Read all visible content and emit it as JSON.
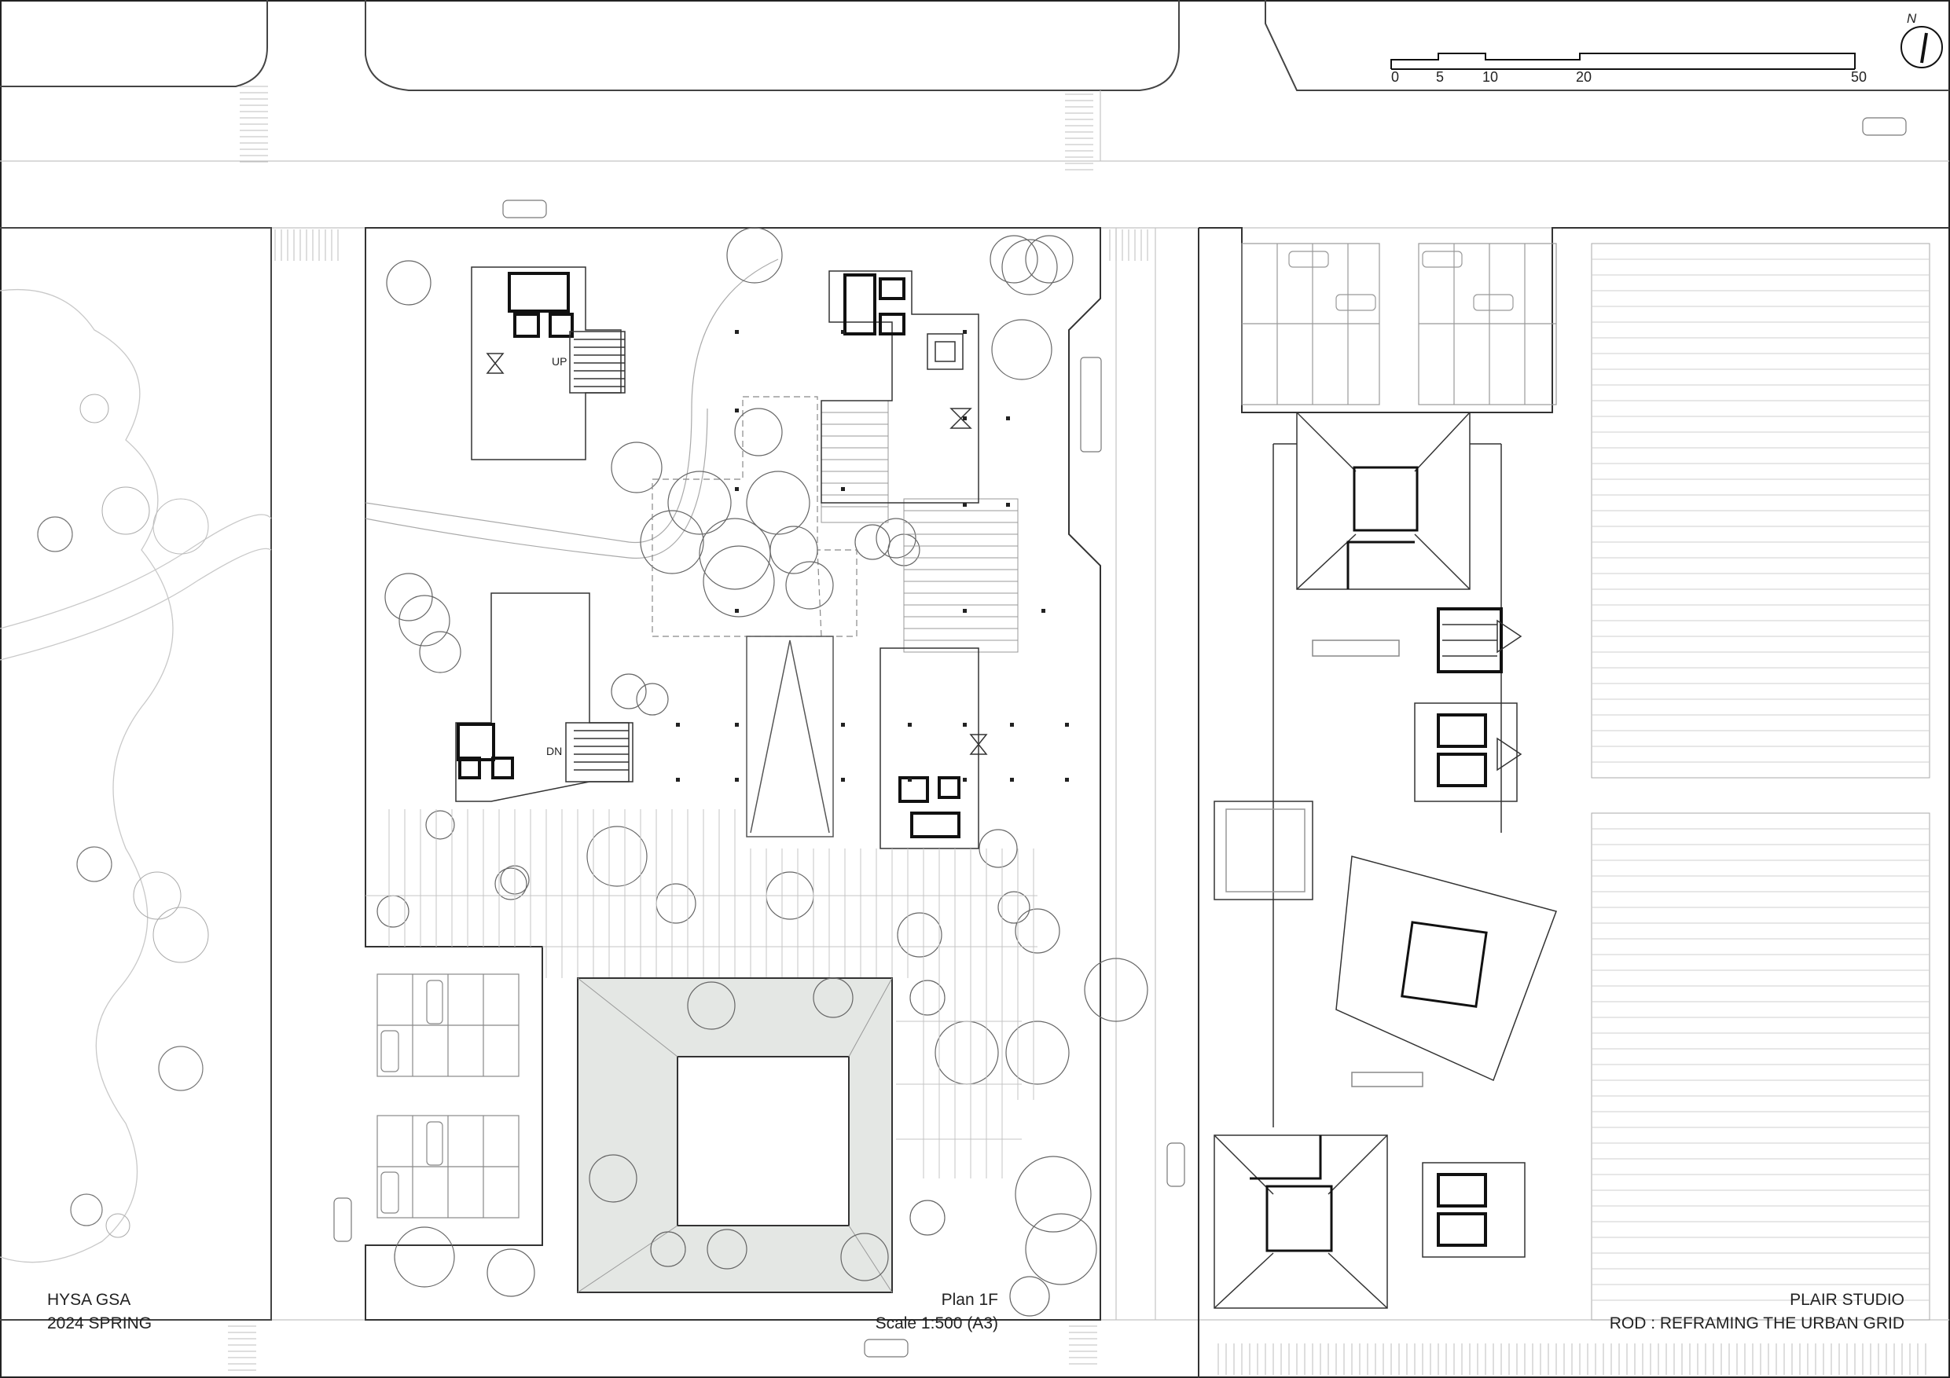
{
  "drawing": {
    "title": "Plan 1F",
    "scale": "Scale 1:500 (A3)"
  },
  "credits": {
    "left_line1": "HYSA GSA",
    "left_line2": "2024 SPRING",
    "right_line1": "PLAIR STUDIO",
    "right_line2": "ROD : REFRAMING THE URBAN GRID"
  },
  "scale_bar": {
    "ticks": [
      "0",
      "5",
      "10",
      "20",
      "50"
    ]
  },
  "north_arrow": {
    "letter": "N",
    "icon": "north-arrow-icon"
  },
  "room_labels": {
    "stair_up": "UP",
    "stair_down": "DN"
  },
  "colors": {
    "line": "#3a3a3a",
    "light_line": "#b8b8b8",
    "wall": "#111111",
    "courtyard_fill": "#e4e7e4",
    "background": "#ffffff"
  }
}
